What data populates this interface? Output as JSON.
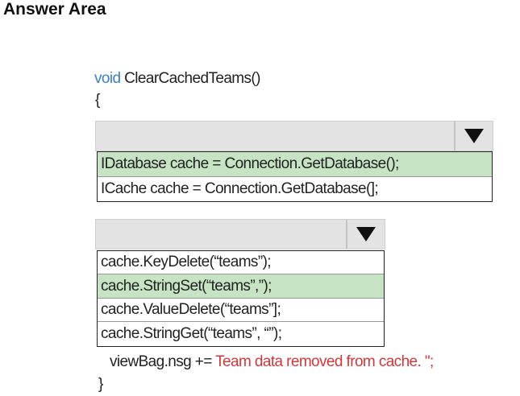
{
  "title": "Answer Area",
  "code": {
    "keyword": "void",
    "method_signature": "ClearCachedTeams()",
    "open_brace": "{",
    "close_brace": "}",
    "viewbag_prefix": "viewBag.nsg += ",
    "viewbag_string": "Team data removed from cache. \";"
  },
  "dropdowns": [
    {
      "selected": "",
      "options": [
        {
          "label": "IDatabase cache = Connection.GetDatabase();",
          "highlighted": true
        },
        {
          "label": "ICache cache = Connection.GetDatabase(];",
          "highlighted": false
        }
      ]
    },
    {
      "selected": "",
      "options": [
        {
          "label": "cache.KeyDelete(“teams”);",
          "highlighted": false
        },
        {
          "label": "cache.StringSet(“teams”,”);",
          "highlighted": true
        },
        {
          "label": "cache.ValueDelete(“teams”];",
          "highlighted": false
        },
        {
          "label": "cache.StringGet(“teams”, “”);",
          "highlighted": false
        }
      ]
    }
  ],
  "colors": {
    "keyword": "#3d7fc6",
    "string": "#d2373a",
    "highlight": "#c6e3c4"
  }
}
